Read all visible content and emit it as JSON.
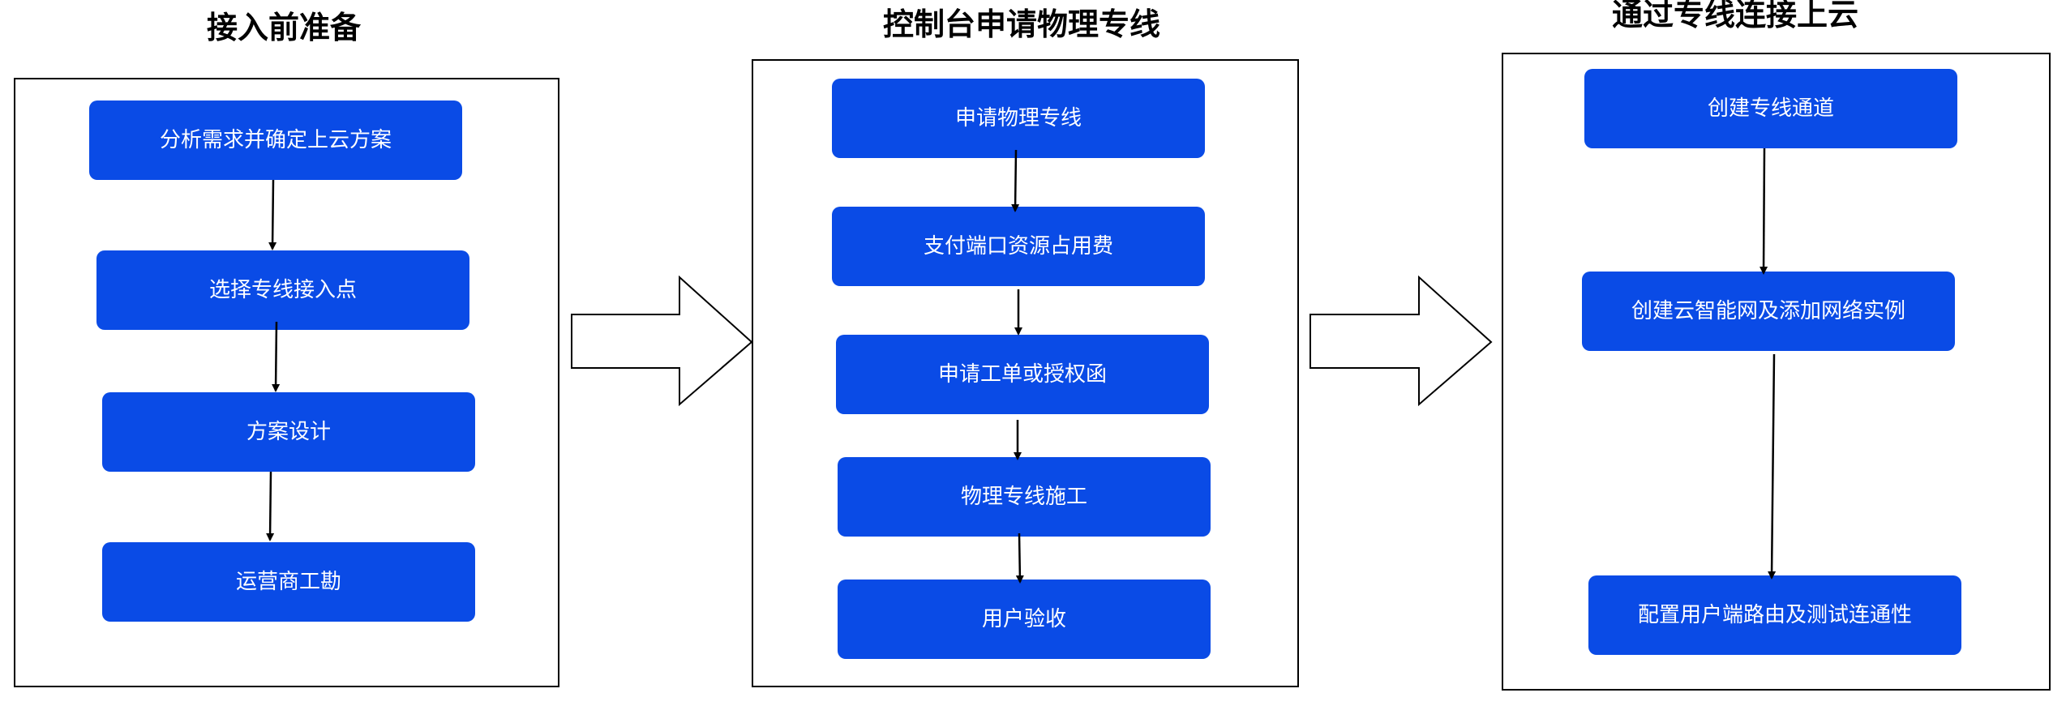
{
  "panels": [
    {
      "title": "接入前准备",
      "steps": [
        "分析需求并确定上云方案",
        "选择专线接入点",
        "方案设计",
        "运营商工勘"
      ]
    },
    {
      "title": "控制台申请物理专线",
      "steps": [
        "申请物理专线",
        "支付端口资源占用费",
        "申请工单或授权函",
        "物理专线施工",
        "用户验收"
      ]
    },
    {
      "title": "通过专线连接上云",
      "steps": [
        "创建专线通道",
        "创建云智能网及添加网络实例",
        "配置用户端路由及测试连通性"
      ]
    }
  ],
  "colors": {
    "step_fill": "#0a4be6",
    "step_text": "#ffffff",
    "lines": "#000000"
  }
}
